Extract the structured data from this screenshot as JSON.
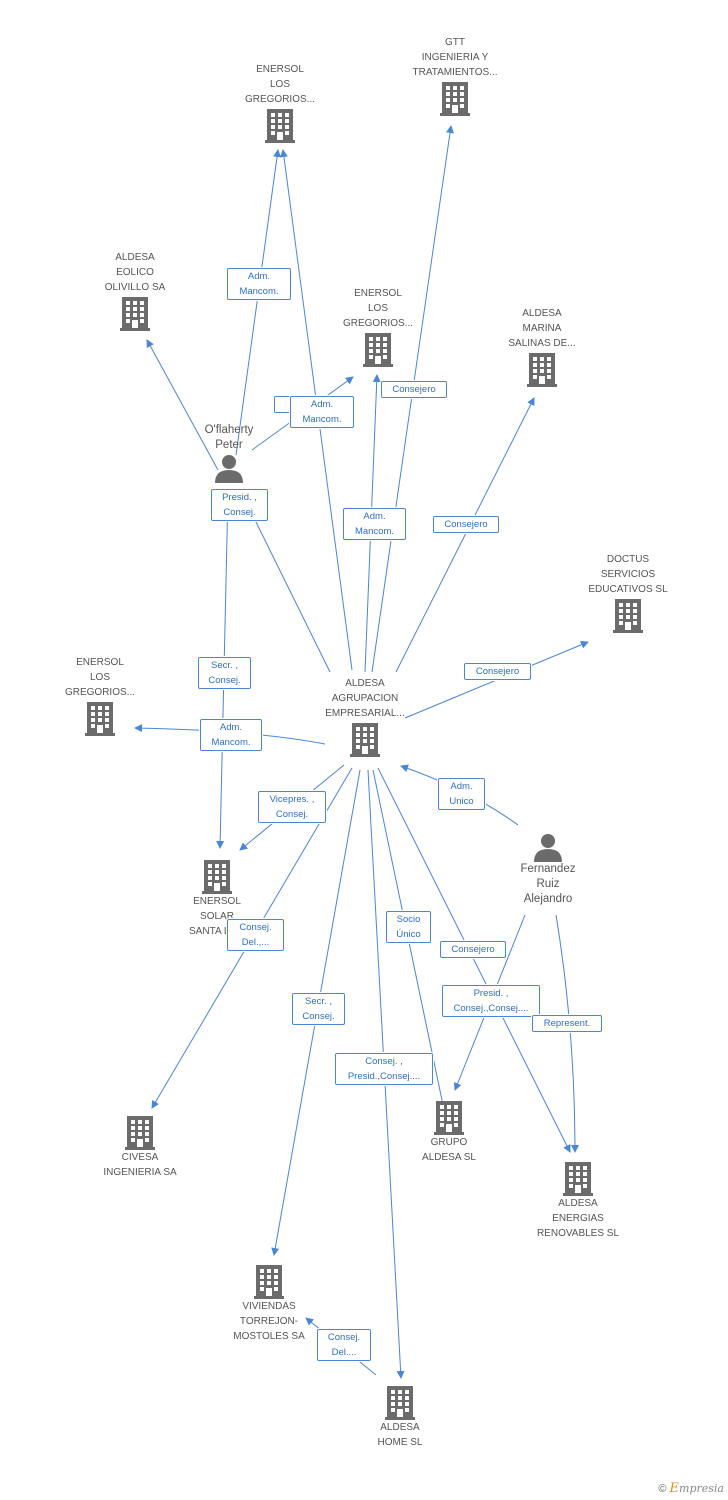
{
  "nodes": {
    "aldesa_agrupacion": {
      "label": "ALDESA\nAGRUPACION\nEMPRESARIAL...",
      "icon": "building-icon"
    },
    "enersol_top": {
      "label": "ENERSOL\nLOS\nGREGORIOS...",
      "icon": "building-icon"
    },
    "gtt": {
      "label": "GTT\nINGENIERIA Y\nTRATAMIENTOS...",
      "icon": "building-icon"
    },
    "aldesa_eolico": {
      "label": "ALDESA\nEOLICO\nOLIVILLO SA",
      "icon": "building-icon"
    },
    "enersol_mid": {
      "label": "ENERSOL\nLOS\nGREGORIOS...",
      "icon": "building-icon"
    },
    "aldesa_marina": {
      "label": "ALDESA\nMARINA\nSALINAS DE...",
      "icon": "building-icon"
    },
    "oflaherty": {
      "label": "O'flaherty\nPeter",
      "icon": "person-icon"
    },
    "doctus": {
      "label": "DOCTUS\nSERVICIOS\nEDUCATIVOS SL",
      "icon": "building-icon"
    },
    "enersol_left": {
      "label": "ENERSOL\nLOS\nGREGORIOS...",
      "icon": "building-icon"
    },
    "enersol_solar": {
      "label": "ENERSOL\nSOLAR\nSANTA LU...",
      "icon": "building-icon"
    },
    "fernandez": {
      "label": "Fernandez\nRuiz\nAlejandro",
      "icon": "person-icon"
    },
    "civesa": {
      "label": "CIVESA\nINGENIERIA SA",
      "icon": "building-icon"
    },
    "grupo_aldesa": {
      "label": "GRUPO\nALDESA SL",
      "icon": "building-icon"
    },
    "aldesa_energias": {
      "label": "ALDESA\nENERGIAS\nRENOVABLES SL",
      "icon": "building-icon"
    },
    "viviendas": {
      "label": "VIVIENDAS\nTORREJON-\nMOSTOLES SA",
      "icon": "building-icon"
    },
    "aldesa_home": {
      "label": "ALDESA\nHOME SL",
      "icon": "building-icon"
    }
  },
  "edge_labels": {
    "adm_mancom_1": "Adm.\nMancom.",
    "adm_mancom_2": "Adm.\nMancom.",
    "adm_mancom_3": "M...",
    "consejero_gtt": "Consejero",
    "adm_mancom_4": "Adm.\nMancom.",
    "consejero_marina": "Consejero",
    "presid_consej_1": "Presid. ,\nConsej.",
    "consejero_doctus": "Consejero",
    "secr_consej_1": "Secr. ,\nConsej.",
    "adm_mancom_5": "Adm.\nMancom.",
    "adm_unico": "Adm.\nUnico",
    "vicepres_consej": "Vicepres. ,\nConsej.",
    "consej_del_1": "Consej.\nDel.,...",
    "socio_unico": "Socio\nÚnico",
    "consejero_energias": "Consejero",
    "presid_consej_2": "Presid. ,\nConsej.,Consej....",
    "represent": "Represent.",
    "secr_consej_2": "Secr. ,\nConsej.",
    "consej_presid": "Consej. ,\nPresid.,Consej....",
    "consej_del_2": "Consej.\nDel...."
  },
  "colors": {
    "edge": "#4a86d4",
    "icon": "#6b6b6b",
    "label": "#555555"
  },
  "footer": {
    "copyright": "©",
    "brand_e": "E",
    "brand_rest": "mpresia"
  }
}
